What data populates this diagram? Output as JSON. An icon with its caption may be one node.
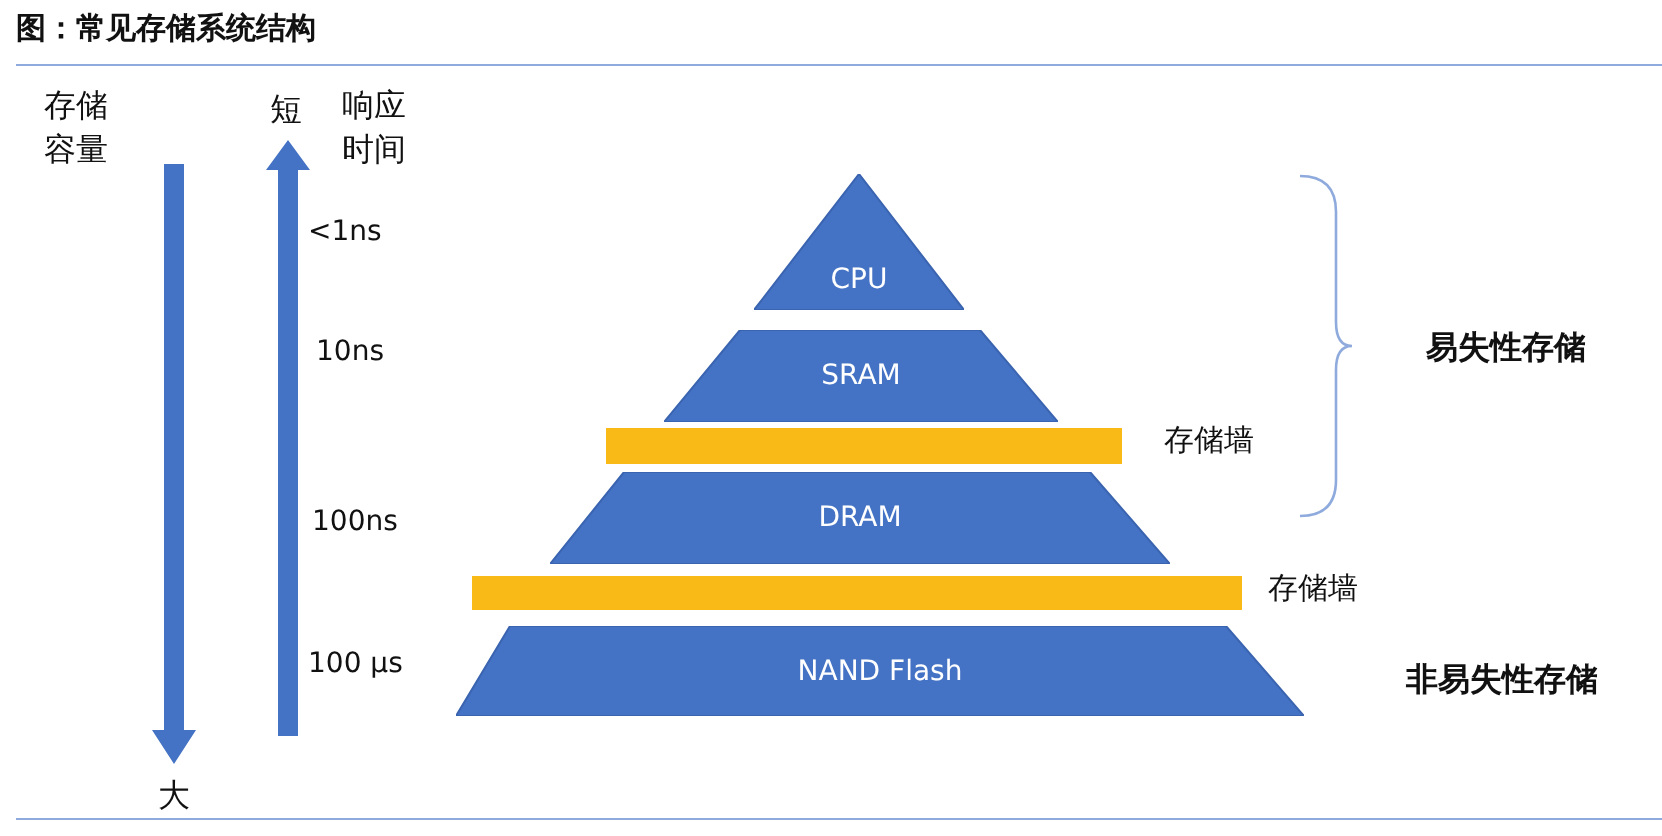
{
  "diagram": {
    "title": "图：常见存储系统结构",
    "nodes": [
      {
        "text": [
          "CPU"
        ]
      },
      {
        "text": [
          "SRAM"
        ]
      },
      {
        "text": [],
        "shape": "bar"
      },
      {
        "text": [
          "DRAM"
        ]
      },
      {
        "text": [],
        "shape": "bar"
      },
      {
        "text": [
          "NAND Flash"
        ]
      }
    ],
    "labels": [
      "存储容量",
      "短",
      "响应时间",
      "<1ns",
      "易失性存储",
      "10ns",
      "存储墙",
      "100ns",
      "存储墙",
      "100 μs",
      "非易失性存储",
      "大"
    ]
  }
}
